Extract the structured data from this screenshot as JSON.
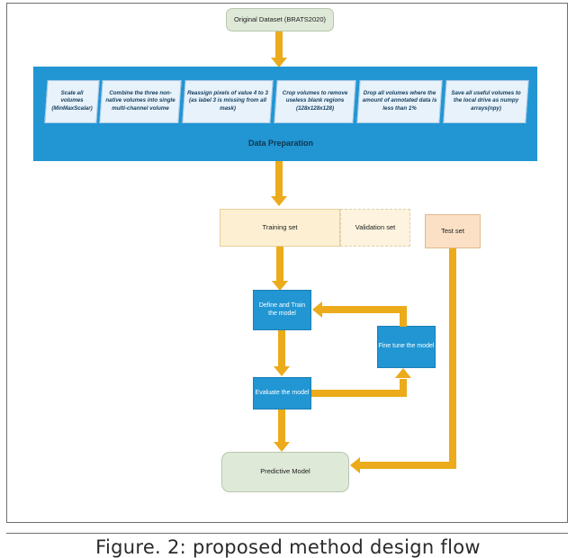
{
  "figure": {
    "caption": "Figure. 2: proposed method design flow"
  },
  "diagram": {
    "type": "flowchart",
    "colors": {
      "band": "#2196d3",
      "arrow": "#ebab1b",
      "dataset_box": "#dfe9d8",
      "step_box": "#e8f2fb",
      "training_box": "#fdf0d2",
      "test_box": "#fbe0c6",
      "model_box": "#2196d3"
    },
    "dataset": {
      "label": "Original Dataset (BRATS2020)"
    },
    "data_preparation": {
      "band_label": "Data Preparation",
      "steps": [
        {
          "label": "Scale all volumes (MinMaxScalar)"
        },
        {
          "label": "Combine the three non-native volumes into single multi-channel volume"
        },
        {
          "label": "Reassign pixels of value 4 to 3 (as label 3 is missing from all mask)"
        },
        {
          "label": "Crop volumes to remove useless blank regions (128x128x128)"
        },
        {
          "label": "Drop all volumes where the amount of annotated data is less than 1%"
        },
        {
          "label": "Save all useful volumes to the local drive as numpy arrays(npy)"
        }
      ]
    },
    "splits": {
      "training": "Training set",
      "validation": "Validation set",
      "test": "Test set"
    },
    "model_stages": {
      "train": "Define and Train the model",
      "evaluate": "Evaluate the model",
      "finetune": "Fine tune the model",
      "output": "Predictive Model"
    }
  }
}
